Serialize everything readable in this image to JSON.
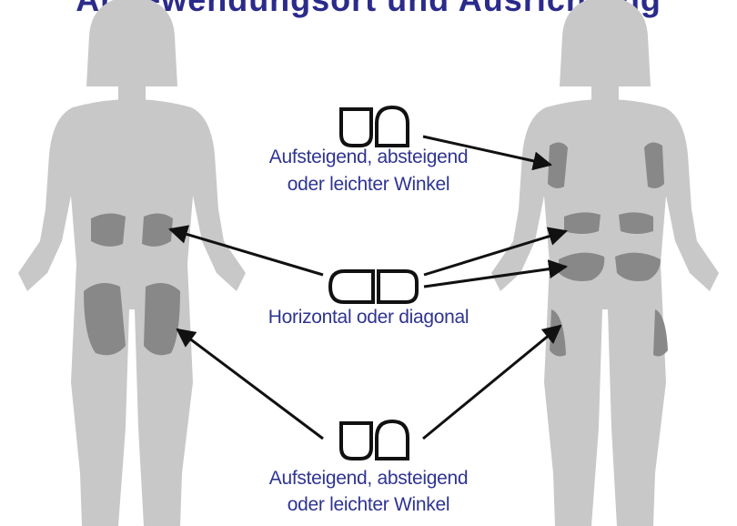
{
  "title": "Angewendungsort und Ausrichtung",
  "labels": {
    "upper_line1": "Aufsteigend, absteigend",
    "upper_line2": "oder leichter Winkel",
    "middle": "Horizontal oder diagonal",
    "lower_line1": "Aufsteigend, absteigend",
    "lower_line2": "oder leichter Winkel"
  },
  "colors": {
    "body": "#c8c8c8",
    "site": "#888888",
    "text": "#2f3491",
    "arrow": "#111111"
  }
}
